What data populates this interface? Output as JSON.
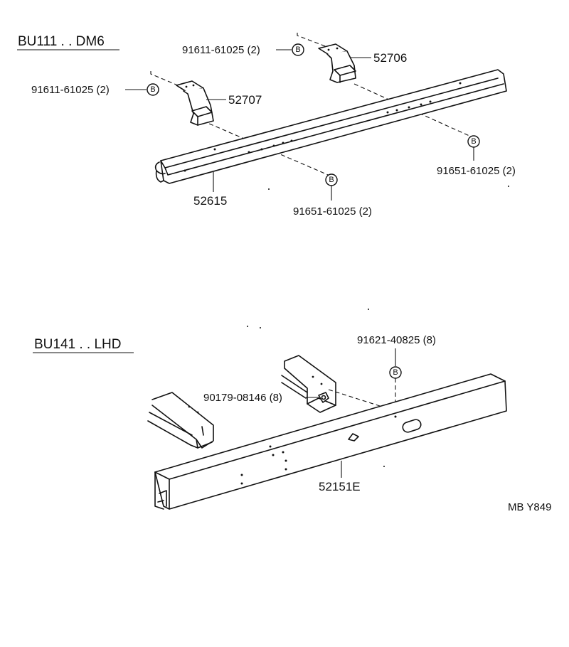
{
  "sections": {
    "top": {
      "header": "BU111 . . DM6"
    },
    "bottom": {
      "header": "BU141 . . LHD"
    }
  },
  "labels": {
    "p91611_a": "91611-61025 (2)",
    "p91611_b": "91611-61025 (2)",
    "p52706": "52706",
    "p52707": "52707",
    "p52615": "52615",
    "p91651_a": "91651-61025 (2)",
    "p91651_b": "91651-61025 (2)",
    "p91621": "91621-40825 (8)",
    "p90179": "90179-08146 (8)",
    "p52151E": "52151E",
    "code": "MB Y849"
  },
  "bolt_symbol": "B"
}
